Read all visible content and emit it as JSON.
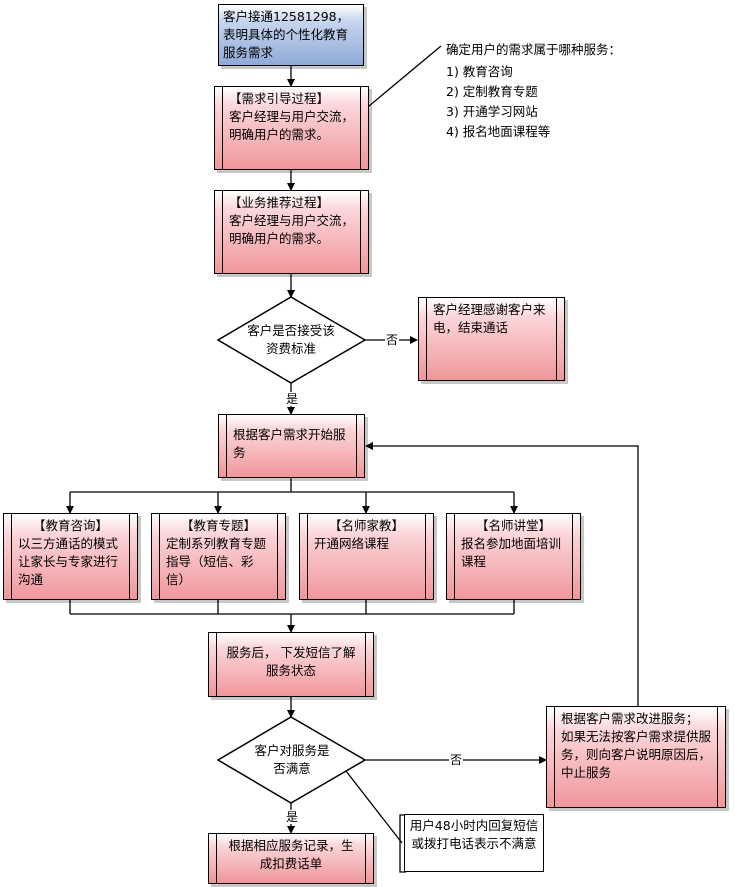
{
  "start": {
    "text": "客户接通12581298，表明具体的个性化教育服务需求"
  },
  "demand": {
    "title": "【需求引导过程】",
    "body": "客户经理与用户交流，  明确用户的需求。"
  },
  "recommend": {
    "title": "【业务推荐过程】",
    "body": "客户经理与用户交流，  明确用户的需求。"
  },
  "accept_decision": {
    "text": "客户是否接受该资费标准"
  },
  "label_no_1": "否",
  "label_yes_1": "是",
  "end_call": {
    "text": "客户经理感谢客户来电，结束通话"
  },
  "start_service": {
    "text": "根据客户需求开始服务"
  },
  "services": [
    {
      "title": "【教育咨询】",
      "body": "以三方通话的模式让家长与专家进行沟通"
    },
    {
      "title": "【教育专题】",
      "body": "定制系列教育专题指导（短信、彩信）"
    },
    {
      "title": "【名师家教】",
      "body": "开通网络课程"
    },
    {
      "title": "【名师讲堂】",
      "body": "报名参加地面培训课程"
    }
  ],
  "after_service": {
    "text": "服务后，  下发短信了解服务状态"
  },
  "satisfied_decision": {
    "text": "客户对服务是否满意"
  },
  "label_no_2": "否",
  "label_yes_2": "是",
  "improve": {
    "text": "根据客户需求改进服务；\n如果无法按客户需求提供服务，则向客户说明原因后，中止服务"
  },
  "billing": {
    "text": "根据相应服务记录，生成扣费话单"
  },
  "callout_note": {
    "intro": "确定用户的需求属于哪种服务：",
    "items": [
      "1)  教育咨询",
      "2)  定制教育专题",
      "3)  开通学习网站",
      "4)  报名地面课程等"
    ]
  },
  "callout_48h": {
    "text": "用户48小时内回复短信或拨打电话表示不满意"
  }
}
